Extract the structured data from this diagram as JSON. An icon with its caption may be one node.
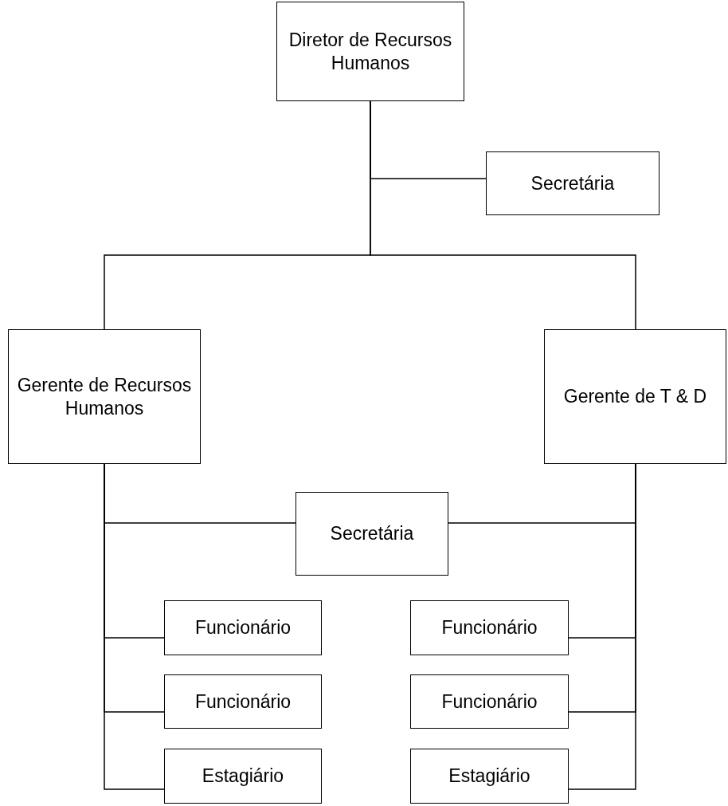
{
  "diagram": {
    "nodes": [
      {
        "text": [
          "Diretor de Recursos Humanos"
        ]
      },
      {
        "text": [
          "Secretária"
        ]
      },
      {
        "text": [
          "Gerente de Recursos Humanos"
        ]
      },
      {
        "text": [
          "Gerente de T & D"
        ]
      },
      {
        "text": [
          "Secretária"
        ]
      },
      {
        "text": [
          "Funcionário"
        ]
      },
      {
        "text": [
          "Funcionário"
        ]
      },
      {
        "text": [
          "Funcionário"
        ]
      },
      {
        "text": [
          "Funcionário"
        ]
      },
      {
        "text": [
          "Estagiário"
        ]
      },
      {
        "text": [
          "Estagiário"
        ]
      }
    ],
    "edges": [
      {
        "from": 0,
        "to": 1,
        "arrow": "none"
      },
      {
        "from": 0,
        "to": 2,
        "arrow": "none"
      },
      {
        "from": 0,
        "to": 3,
        "arrow": "none"
      },
      {
        "from": 2,
        "to": 4,
        "arrow": "none"
      },
      {
        "from": 3,
        "to": 4,
        "arrow": "none"
      },
      {
        "from": 2,
        "to": 5,
        "arrow": "none"
      },
      {
        "from": 3,
        "to": 6,
        "arrow": "none"
      },
      {
        "from": 2,
        "to": 7,
        "arrow": "none"
      },
      {
        "from": 3,
        "to": 8,
        "arrow": "none"
      },
      {
        "from": 2,
        "to": 9,
        "arrow": "none"
      },
      {
        "from": 3,
        "to": 10,
        "arrow": "none"
      }
    ]
  }
}
